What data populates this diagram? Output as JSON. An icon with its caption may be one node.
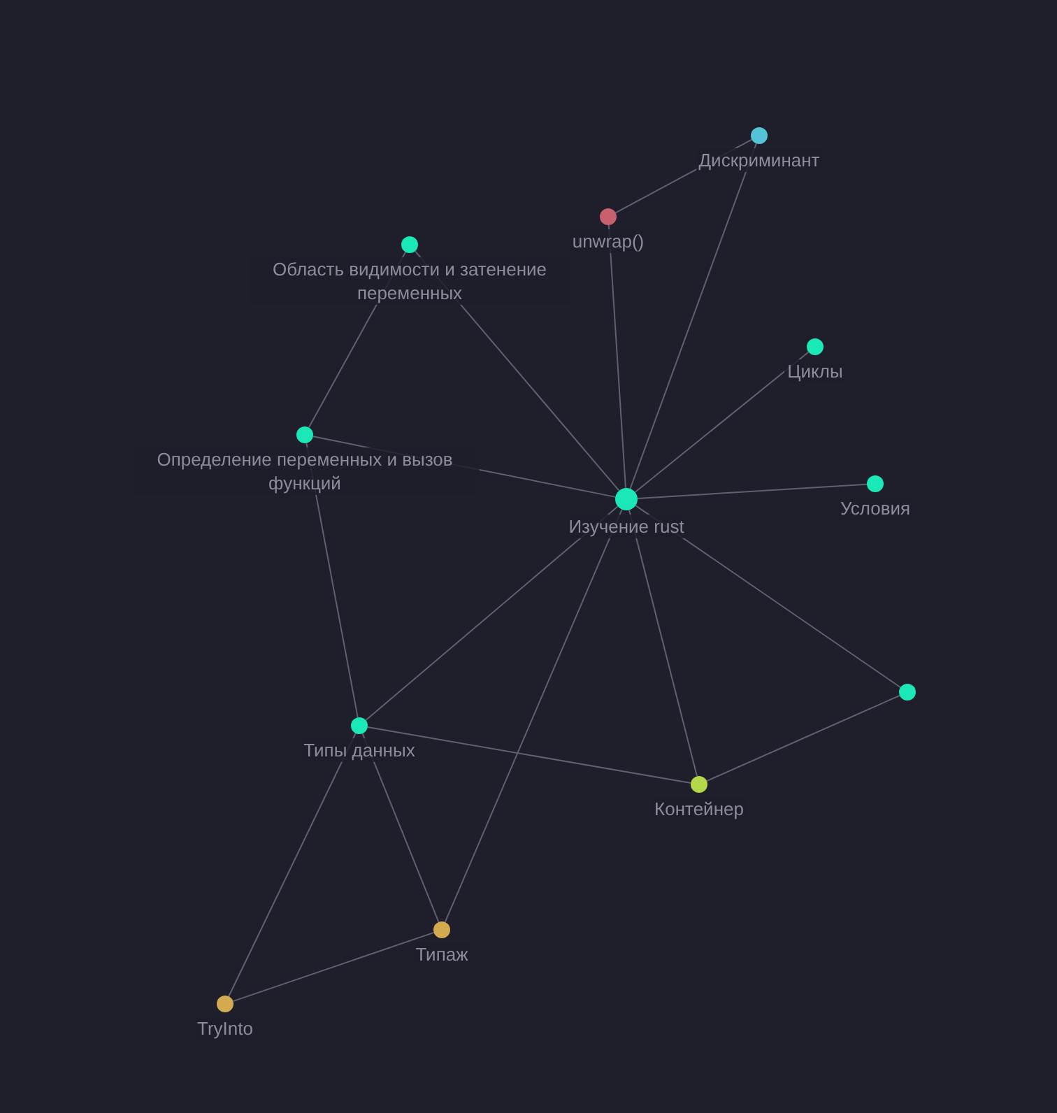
{
  "diagram": {
    "nodes": [
      {
        "text": [
          "Дискриминант"
        ]
      },
      {
        "text": [
          "unwrap()"
        ]
      },
      {
        "text": [
          "Область видимости и затенение переменных"
        ]
      },
      {
        "text": [
          "Циклы"
        ]
      },
      {
        "text": [
          "Определение переменных и вызов функций"
        ]
      },
      {
        "text": [
          "Условия"
        ]
      },
      {
        "text": [
          "Изучение rust"
        ]
      },
      {
        "text": [],
        "shape": "circle"
      },
      {
        "text": [
          "Типы данных"
        ]
      },
      {
        "text": [
          "Контейнер"
        ]
      },
      {
        "text": [
          "Типаж"
        ]
      },
      {
        "text": [
          "TryInto"
        ]
      }
    ],
    "edges": [
      {
        "from": 0,
        "to": 1,
        "arrow": "none"
      },
      {
        "from": 0,
        "to": 6,
        "arrow": "none"
      },
      {
        "from": 1,
        "to": 6,
        "arrow": "none"
      },
      {
        "from": 2,
        "to": 6,
        "arrow": "none"
      },
      {
        "from": 2,
        "to": 4,
        "arrow": "none"
      },
      {
        "from": 3,
        "to": 6,
        "arrow": "none"
      },
      {
        "from": 4,
        "to": 6,
        "arrow": "none"
      },
      {
        "from": 4,
        "to": 8,
        "arrow": "none"
      },
      {
        "from": 6,
        "to": 5,
        "arrow": "none"
      },
      {
        "from": 6,
        "to": 7,
        "arrow": "none"
      },
      {
        "from": 7,
        "to": 9,
        "arrow": "none"
      },
      {
        "from": 6,
        "to": 9,
        "arrow": "none"
      },
      {
        "from": 6,
        "to": 8,
        "arrow": "none"
      },
      {
        "from": 6,
        "to": 10,
        "arrow": "none"
      },
      {
        "from": 8,
        "to": 9,
        "arrow": "none"
      },
      {
        "from": 8,
        "to": 10,
        "arrow": "none"
      },
      {
        "from": 8,
        "to": 11,
        "arrow": "none"
      },
      {
        "from": 11,
        "to": 10,
        "arrow": "none"
      }
    ]
  }
}
